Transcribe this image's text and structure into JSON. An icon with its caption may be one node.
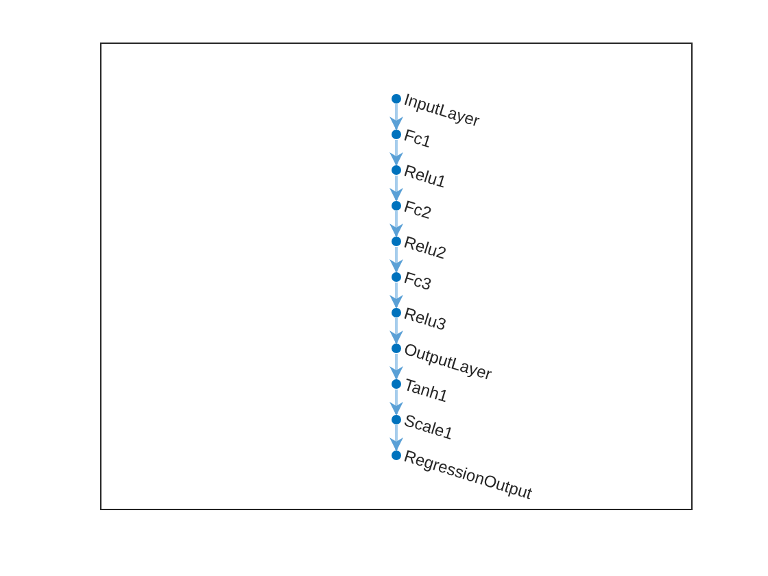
{
  "diagram": {
    "nodes": [
      {
        "text": [
          "InputLayer"
        ]
      },
      {
        "text": [
          "Fc1"
        ]
      },
      {
        "text": [
          "Relu1"
        ]
      },
      {
        "text": [
          "Fc2"
        ]
      },
      {
        "text": [
          "Relu2"
        ]
      },
      {
        "text": [
          "Fc3"
        ]
      },
      {
        "text": [
          "Relu3"
        ]
      },
      {
        "text": [
          "OutputLayer"
        ]
      },
      {
        "text": [
          "Tanh1"
        ]
      },
      {
        "text": [
          "Scale1"
        ]
      },
      {
        "text": [
          "RegressionOutput"
        ]
      }
    ],
    "edges": [
      {
        "from": 0,
        "to": 1,
        "arrow": "to"
      },
      {
        "from": 1,
        "to": 2,
        "arrow": "to"
      },
      {
        "from": 2,
        "to": 3,
        "arrow": "to"
      },
      {
        "from": 3,
        "to": 4,
        "arrow": "to"
      },
      {
        "from": 4,
        "to": 5,
        "arrow": "to"
      },
      {
        "from": 5,
        "to": 6,
        "arrow": "to"
      },
      {
        "from": 6,
        "to": 7,
        "arrow": "to"
      },
      {
        "from": 7,
        "to": 8,
        "arrow": "to"
      },
      {
        "from": 8,
        "to": 9,
        "arrow": "to"
      },
      {
        "from": 9,
        "to": 10,
        "arrow": "to"
      }
    ]
  }
}
